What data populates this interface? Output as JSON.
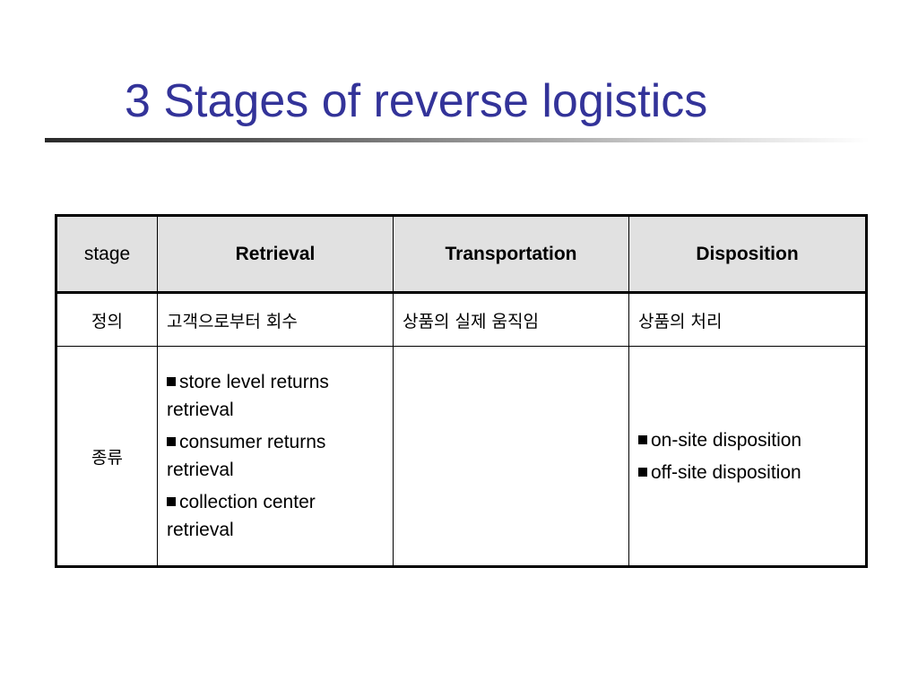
{
  "slide": {
    "title": "3 Stages of reverse logistics"
  },
  "table": {
    "headers": [
      "stage",
      "Retrieval",
      "Transportation",
      "Disposition"
    ],
    "definition_row": {
      "label": "정의",
      "cells": [
        "고객으로부터 회수",
        "상품의 실제 움직임",
        "상품의 처리"
      ]
    },
    "types_row": {
      "label": "종류",
      "retrieval_items": [
        "store level returns retrieval",
        "consumer returns retrieval",
        "collection center retrieval"
      ],
      "transportation_items": [],
      "disposition_items": [
        "on-site disposition",
        "off-site disposition"
      ]
    }
  },
  "colors": {
    "title": "#333399",
    "header_bg": "#e1e1e1"
  },
  "icons": {
    "bullet": "square-bullet-icon"
  }
}
